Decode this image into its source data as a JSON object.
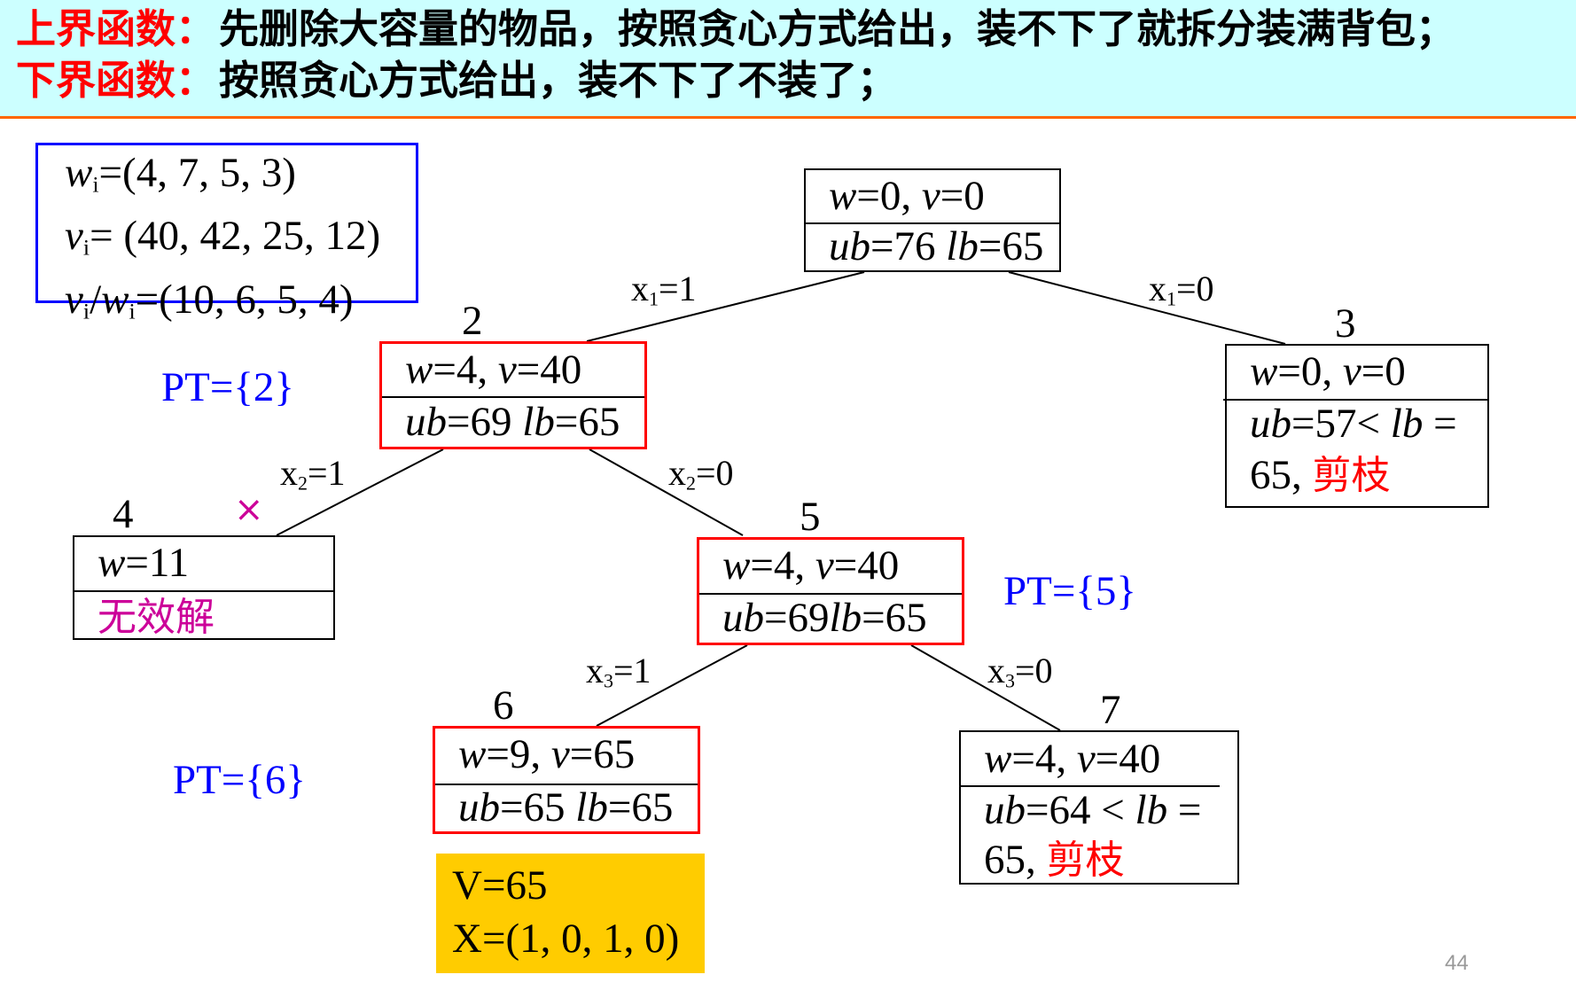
{
  "banner": {
    "upper_label": "上界函数",
    "upper_text": "先删除大容量的物品，按照贪心方式给出，装不下了就拆分装满背包；",
    "lower_label": "下界函数",
    "lower_text": "按照贪心方式给出，装不下了不装了；",
    "colon": "："
  },
  "params": {
    "w_sym": "w",
    "w_sub": "i",
    "w_val": "=(4, 7, 5, 3)",
    "v_sym": "v",
    "v_sub": "i",
    "v_val": "= (40, 42, 25, 12)",
    "r_sym1": "v",
    "r_sub1": "i",
    "r_slash": "/",
    "r_sym2": "w",
    "r_sub2": "i",
    "r_val": "=(10, 6, 5, 4)"
  },
  "nodes": {
    "root": {
      "w": "0",
      "v": "0",
      "ub": "76",
      "lb": "65"
    },
    "n2": {
      "label": "2",
      "w": "4",
      "v": "40",
      "ub": "69",
      "lb": "65"
    },
    "n3": {
      "label": "3",
      "w": "0",
      "v": "0",
      "ub_text": "=57< ",
      "lb_text": " =",
      "line3": "65, ",
      "cut": "剪枝"
    },
    "n4": {
      "label": "4",
      "w": "11",
      "invalid": "无效解"
    },
    "n5": {
      "label": "5",
      "w": "4",
      "v": "40",
      "ub": "69",
      "lb": "65"
    },
    "n6": {
      "label": "6",
      "w": "9",
      "v": "65",
      "ub": "65",
      "lb": "65"
    },
    "n7": {
      "label": "7",
      "w": "4",
      "v": "40",
      "ub_text": "=64 < ",
      "lb_text": " =",
      "line3": "65, ",
      "cut": "剪枝"
    }
  },
  "edges": {
    "x1_1": {
      "var": "x",
      "sub": "1",
      "val": "=1"
    },
    "x1_0": {
      "var": "x",
      "sub": "1",
      "val": "=0"
    },
    "x2_1": {
      "var": "x",
      "sub": "2",
      "val": "=1"
    },
    "x2_0": {
      "var": "x",
      "sub": "2",
      "val": "=0"
    },
    "x3_1": {
      "var": "x",
      "sub": "3",
      "val": "=1"
    },
    "x3_0": {
      "var": "x",
      "sub": "3",
      "val": "=0"
    }
  },
  "pt": {
    "pt2": "PT={2}",
    "pt5": "PT={5}",
    "pt6": "PT={6}"
  },
  "cross_mark": "×",
  "result": {
    "v_line": "V=65",
    "x_line": "X=(1, 0, 1, 0)"
  },
  "page_number": "44",
  "colors": {
    "banner_bg": "#ccffff",
    "banner_border": "#ff6600",
    "label_red": "#ff0000",
    "pt_blue": "#0000ff",
    "invalid_magenta": "#cc0099",
    "result_bg": "#ffcc00"
  }
}
